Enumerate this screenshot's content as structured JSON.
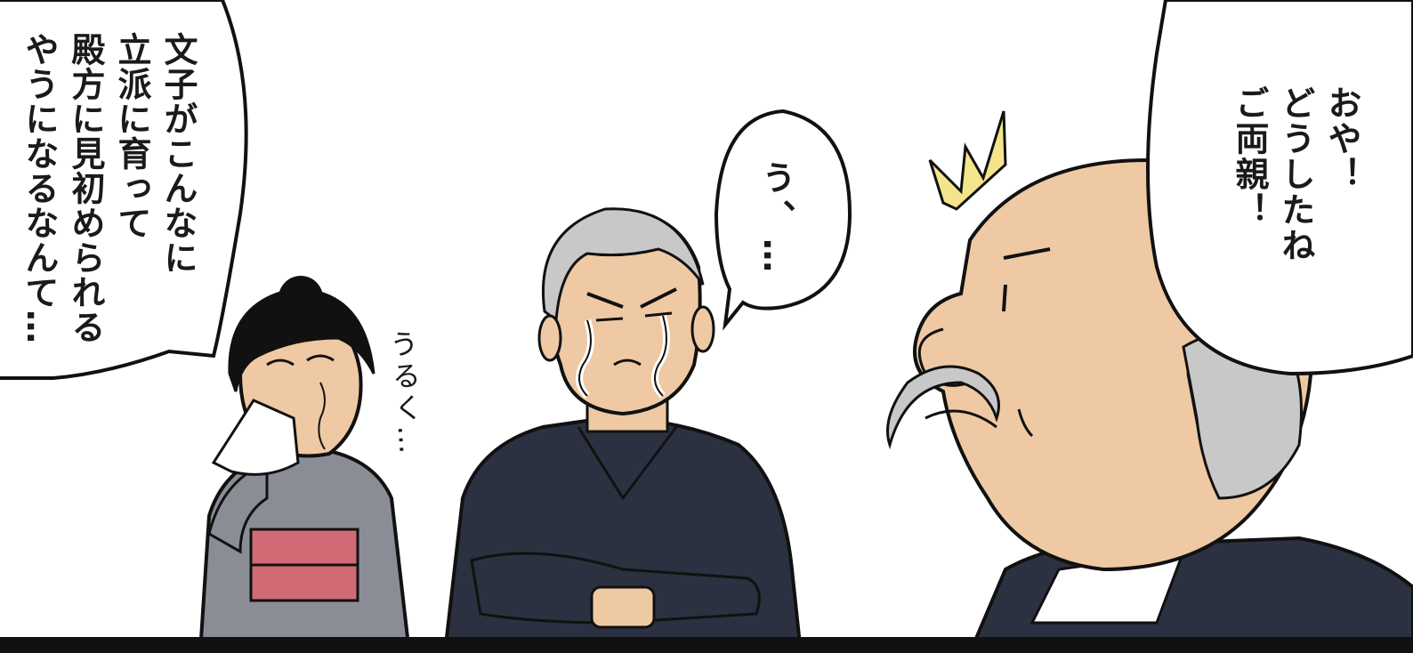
{
  "speech_bubbles": {
    "mother": {
      "lines": [
        "文子がこんなに",
        "立派に育って",
        "殿方に見初められる",
        "やうになるなんて…"
      ]
    },
    "father": {
      "lines": [
        "う、…"
      ]
    },
    "old_man": {
      "lines": [
        "おや！",
        "どうしたね",
        "ご両親！"
      ]
    }
  },
  "sound_effect": {
    "text": "うるく…"
  },
  "colors": {
    "skin": "#efc9a3",
    "dark_kimono": "#2b3140",
    "grey_kimono": "#8a8d96",
    "obi": "#d06a74",
    "hair_grey": "#c8c8c8",
    "surprise_mark": "#f4e58c"
  }
}
